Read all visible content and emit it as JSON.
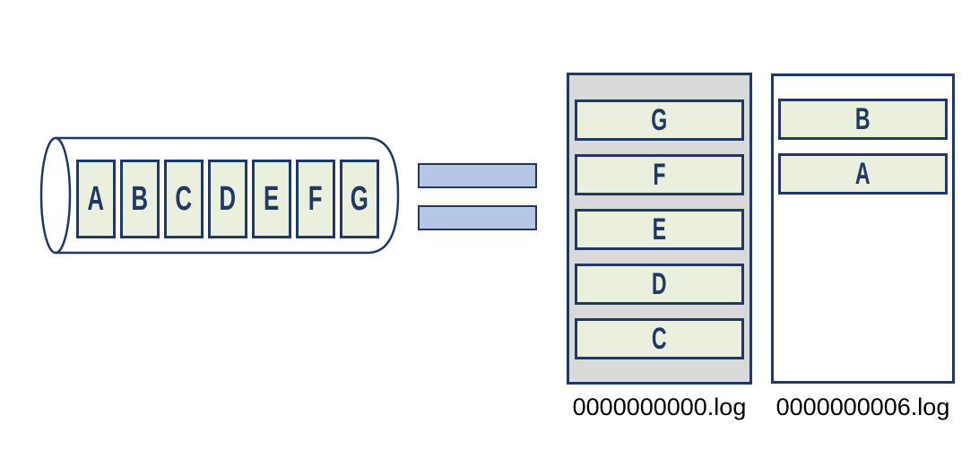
{
  "diagram": {
    "description_colors": {
      "outline_navy": "#203864",
      "record_fill": "#ebefde",
      "equals_fill": "#b4c7e7",
      "segment0_background": "#d9d9d9",
      "segment1_background": "#ffffff",
      "label_text": "#000000"
    },
    "cylinder": {
      "records": [
        "A",
        "B",
        "C",
        "D",
        "E",
        "F",
        "G"
      ]
    },
    "equals_icon": "=",
    "segments": [
      {
        "label": "0000000000.log",
        "records": [
          "G",
          "F",
          "E",
          "D",
          "C"
        ]
      },
      {
        "label": "0000000006.log",
        "records": [
          "B",
          "A"
        ]
      }
    ]
  }
}
